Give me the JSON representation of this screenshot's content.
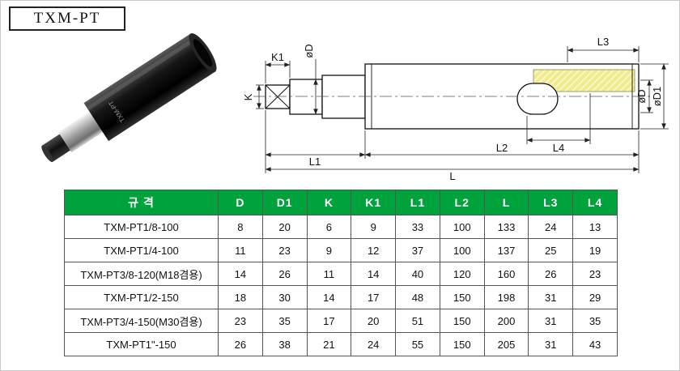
{
  "page": {
    "title": "TXM-PT"
  },
  "photo": {
    "engraving": "TXM-PT"
  },
  "drawing": {
    "labels": {
      "k": "K",
      "k1": "K1",
      "d_left": "øD",
      "l3": "L3",
      "d_right": "øD",
      "d1": "øD1",
      "l4": "L4",
      "l1": "L1",
      "l2": "L2",
      "l": "L"
    }
  },
  "table": {
    "headers": [
      "규 격",
      "D",
      "D1",
      "K",
      "K1",
      "L1",
      "L2",
      "L",
      "L3",
      "L4"
    ],
    "rows": [
      [
        "TXM-PT1/8-100",
        "8",
        "20",
        "6",
        "9",
        "33",
        "100",
        "133",
        "24",
        "13"
      ],
      [
        "TXM-PT1/4-100",
        "11",
        "23",
        "9",
        "12",
        "37",
        "100",
        "137",
        "25",
        "19"
      ],
      [
        "TXM-PT3/8-120(M18겸용)",
        "14",
        "26",
        "11",
        "14",
        "40",
        "120",
        "160",
        "26",
        "23"
      ],
      [
        "TXM-PT1/2-150",
        "18",
        "30",
        "14",
        "17",
        "48",
        "150",
        "198",
        "31",
        "29"
      ],
      [
        "TXM-PT3/4-150(M30겸용)",
        "23",
        "35",
        "17",
        "20",
        "51",
        "150",
        "200",
        "31",
        "35"
      ],
      [
        "TXM-PT1\"-150",
        "26",
        "38",
        "21",
        "24",
        "55",
        "150",
        "205",
        "31",
        "43"
      ]
    ]
  },
  "colors": {
    "header_green": "#00a23c",
    "hatch_yellow": "#f1ec8e"
  }
}
